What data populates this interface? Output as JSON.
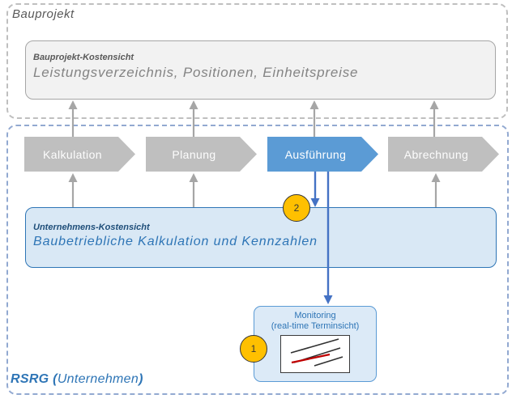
{
  "colors": {
    "accent_blue": "#5B9BD5",
    "arrow_blue": "#4472C4",
    "dark_blue_text": "#1F4E79",
    "blue_text": "#2E75B6",
    "gray_chevron": "#BFBFBF",
    "gray_box_fill": "#F2F2F2",
    "gray_border": "#A6A6A6",
    "light_blue_fill": "#D9E8F5",
    "badge_fill": "#FFC000",
    "rsrg_dash_border": "#92A9D1",
    "chart_line_black": "#303030",
    "chart_line_red": "#C00000"
  },
  "bauprojekt": {
    "label": "Bauprojekt",
    "cost_box": {
      "title": "Bauprojekt-Kostensicht",
      "subtitle": "Leistungsverzeichnis, Positionen, Einheitspreise"
    }
  },
  "phases": [
    {
      "label": "Kalkulation",
      "active": false
    },
    {
      "label": "Planung",
      "active": false
    },
    {
      "label": "Ausführung",
      "active": true
    },
    {
      "label": "Abrechnung",
      "active": false
    }
  ],
  "company": {
    "label_prefix": "RSRG (",
    "label_name": "Unternehmen",
    "label_suffix": ")",
    "cost_box": {
      "title": "Unternehmens-Kostensicht",
      "subtitle": "Baubetriebliche Kalkulation und Kennzahlen"
    }
  },
  "monitoring": {
    "title": "Monitoring",
    "subtitle": "(real-time Terminsicht)"
  },
  "badges": [
    {
      "number": "1"
    },
    {
      "number": "2"
    }
  ]
}
